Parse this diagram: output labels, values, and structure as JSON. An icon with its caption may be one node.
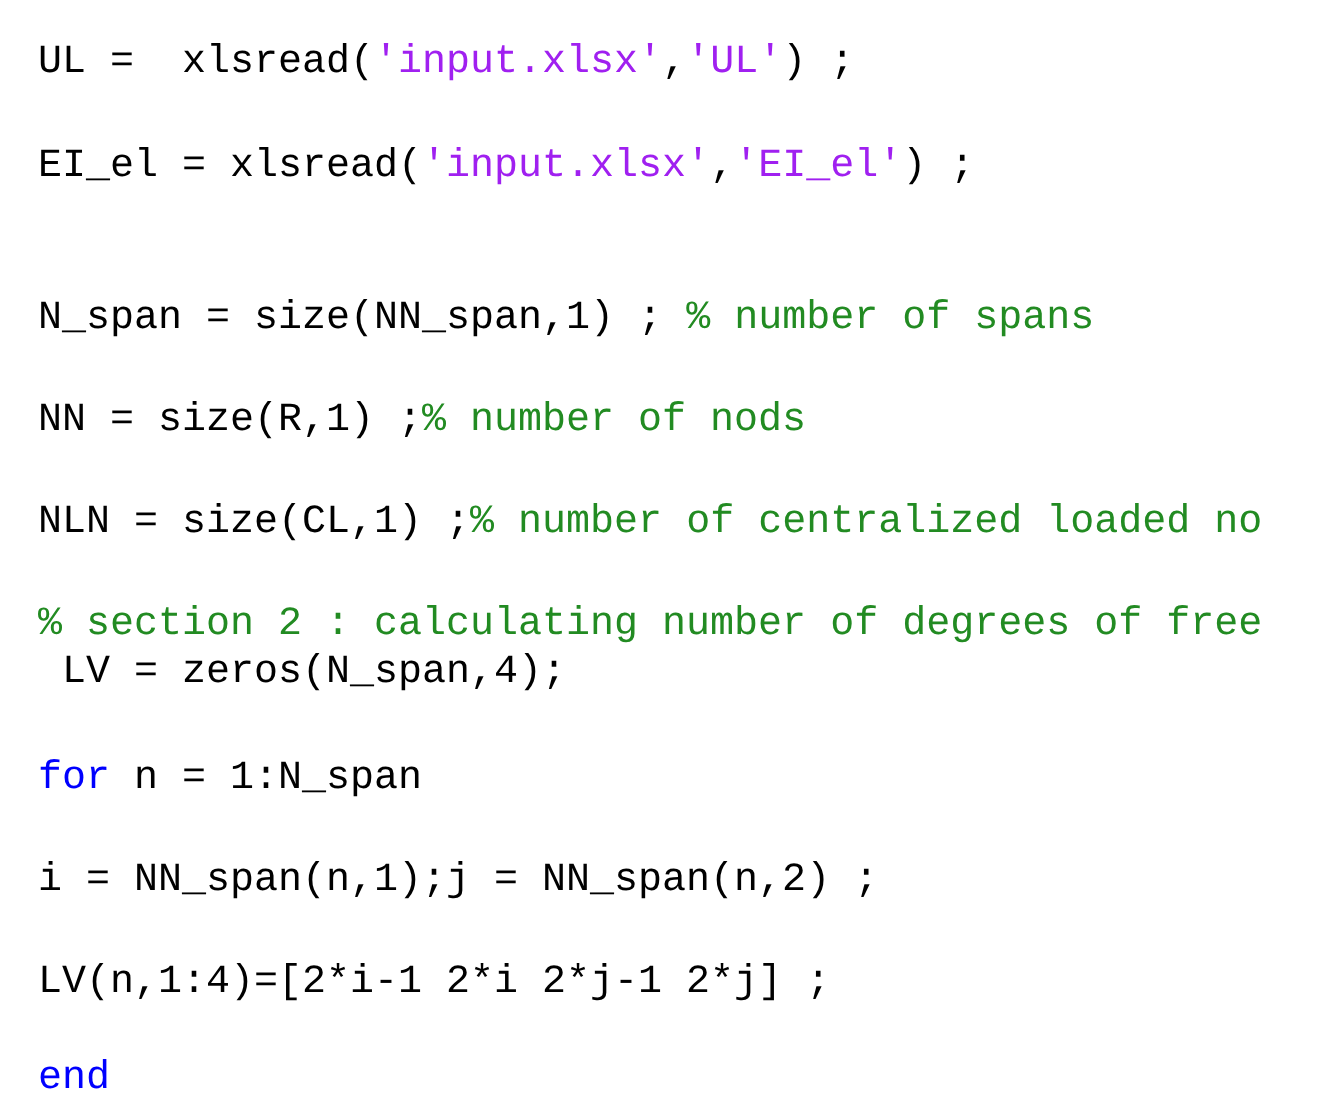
{
  "diagram": {
    "labels": [
      "UL =  xlsread('input.xlsx','UL') ;",
      "EI_el = xlsread('input.xlsx','EI_el') ;",
      "N_span = size(NN_span,1) ; % number of spans",
      "NN = size(R,1) ;% number of nods",
      "NLN = size(CL,1) ;% number of centralized loaded no",
      "% section 2 : calculating number of degrees of free",
      " LV = zeros(N_span,4);",
      "for n = 1:N_span",
      "i = NN_span(n,1);j = NN_span(n,2) ;",
      "LV(n,1:4)=[2*i-1 2*i 2*j-1 2*j] ;",
      "end"
    ]
  }
}
